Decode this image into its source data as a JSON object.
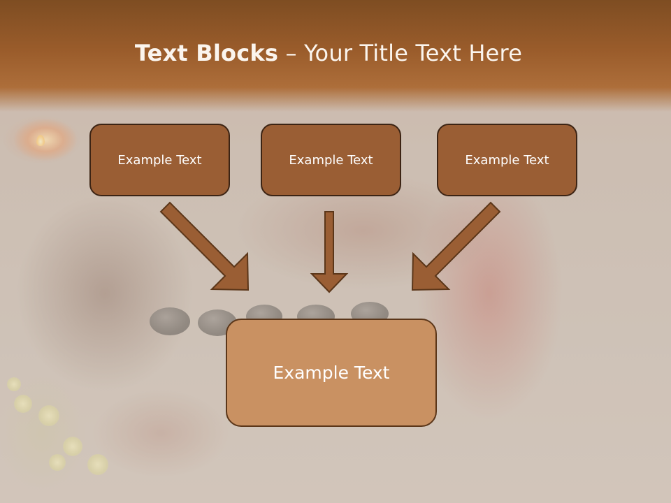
{
  "slide": {
    "title_bold": "Text Blocks",
    "title_sep": " – ",
    "title_rest": "Your Title Text Here"
  },
  "boxes": {
    "top": [
      "Example Text",
      "Example Text",
      "Example Text"
    ],
    "bottom": "Example Text"
  },
  "colors": {
    "header": "#9a5c2b",
    "box_fill": "#9a5e34",
    "box_border": "#3c2414",
    "bottom_fill": "#c99162",
    "arrow_fill": "#9a5e34",
    "arrow_stroke": "#5b3619"
  }
}
